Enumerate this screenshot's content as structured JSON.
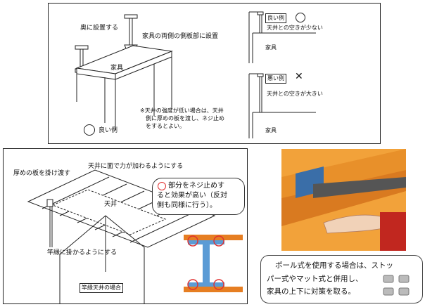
{
  "top_panel": {
    "ceiling_label": "奥に設置する",
    "side_label": "家具の両側の側板部に設置",
    "furniture_label": "家具",
    "good_tag": "良い例",
    "note_line1": "※天井の強度が低い場合は、天井",
    "note_line2": "側に厚めの板を渡し、ネジ止め",
    "note_line3": "をするとよい。",
    "good_example_label": "良い例",
    "good_gap_label": "天井との空きが少ない",
    "good_furniture": "家具",
    "bad_tag": "悪い例",
    "bad_mark": "✕",
    "bad_gap_label": "天井との空きが大きい",
    "bad_furniture": "家具"
  },
  "bottom_left_panel": {
    "force_label": "天井に面で力が加わるようにする",
    "board_label": "厚めの板を掛け渡す",
    "ceiling_label": "天井",
    "beam_label": "竿縁に掛かるようにする",
    "caption": "竿縁天井の場合",
    "screw_line1": "部分をネジ止めす",
    "screw_line2": "ると効果が高い（反対",
    "screw_line3": "側も同様に行う）。"
  },
  "bottom_right_panel": {
    "pole_line1": "ポール式を使用する場合は、ストッ",
    "pole_line2": "パー式やマット式と併用し、",
    "pole_line3": "家具の上下に対策を取る。"
  }
}
